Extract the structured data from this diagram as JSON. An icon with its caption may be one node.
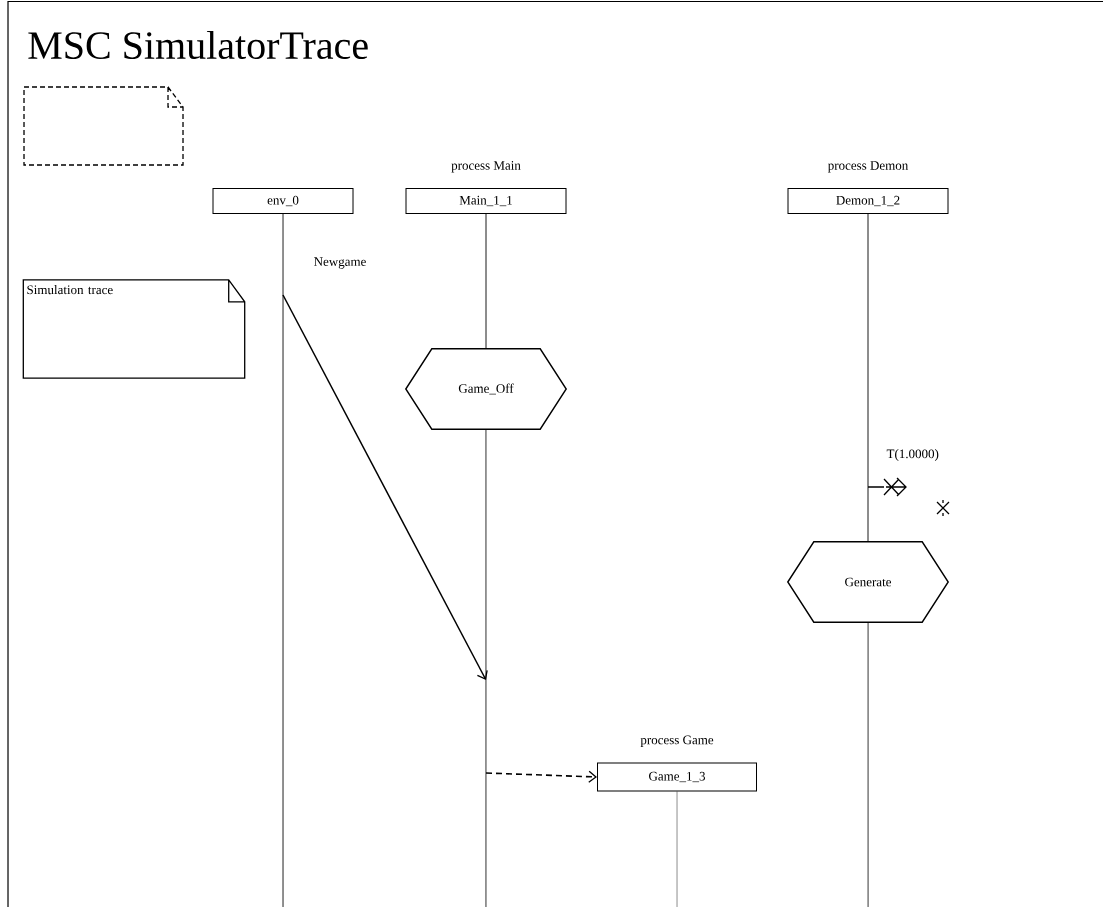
{
  "diagram": {
    "title": "MSC SimulatorTrace",
    "nodes": [
      {
        "text": [
          "env_0"
        ]
      },
      {
        "text": [
          "Main_1_1"
        ],
        "beside": [
          "process Main"
        ]
      },
      {
        "text": [
          "Demon_1_2"
        ],
        "beside": [
          "process Demon"
        ]
      },
      {
        "text": [
          "Simulation trace"
        ]
      },
      {
        "text": [
          "Game_Off"
        ]
      },
      {
        "text": [
          "Generate"
        ]
      },
      {
        "text": [
          "Game_1_3"
        ],
        "beside": [
          "process Game"
        ]
      }
    ],
    "edges": [
      {
        "from": 1,
        "to": 4,
        "arrow": "none"
      },
      {
        "from": 4,
        "to": null,
        "arrow": "none"
      },
      {
        "from": 2,
        "to": 5,
        "arrow": "none"
      },
      {
        "from": 5,
        "to": null,
        "arrow": "none"
      },
      {
        "from": 6,
        "to": null,
        "arrow": "none"
      },
      {
        "from": 0,
        "to": null,
        "arrow": "to",
        "label": "Newgame"
      },
      {
        "from": null,
        "to": 6,
        "arrow": "to",
        "style": "dashed"
      }
    ],
    "labels": [
      "T(1.0000)"
    ]
  }
}
